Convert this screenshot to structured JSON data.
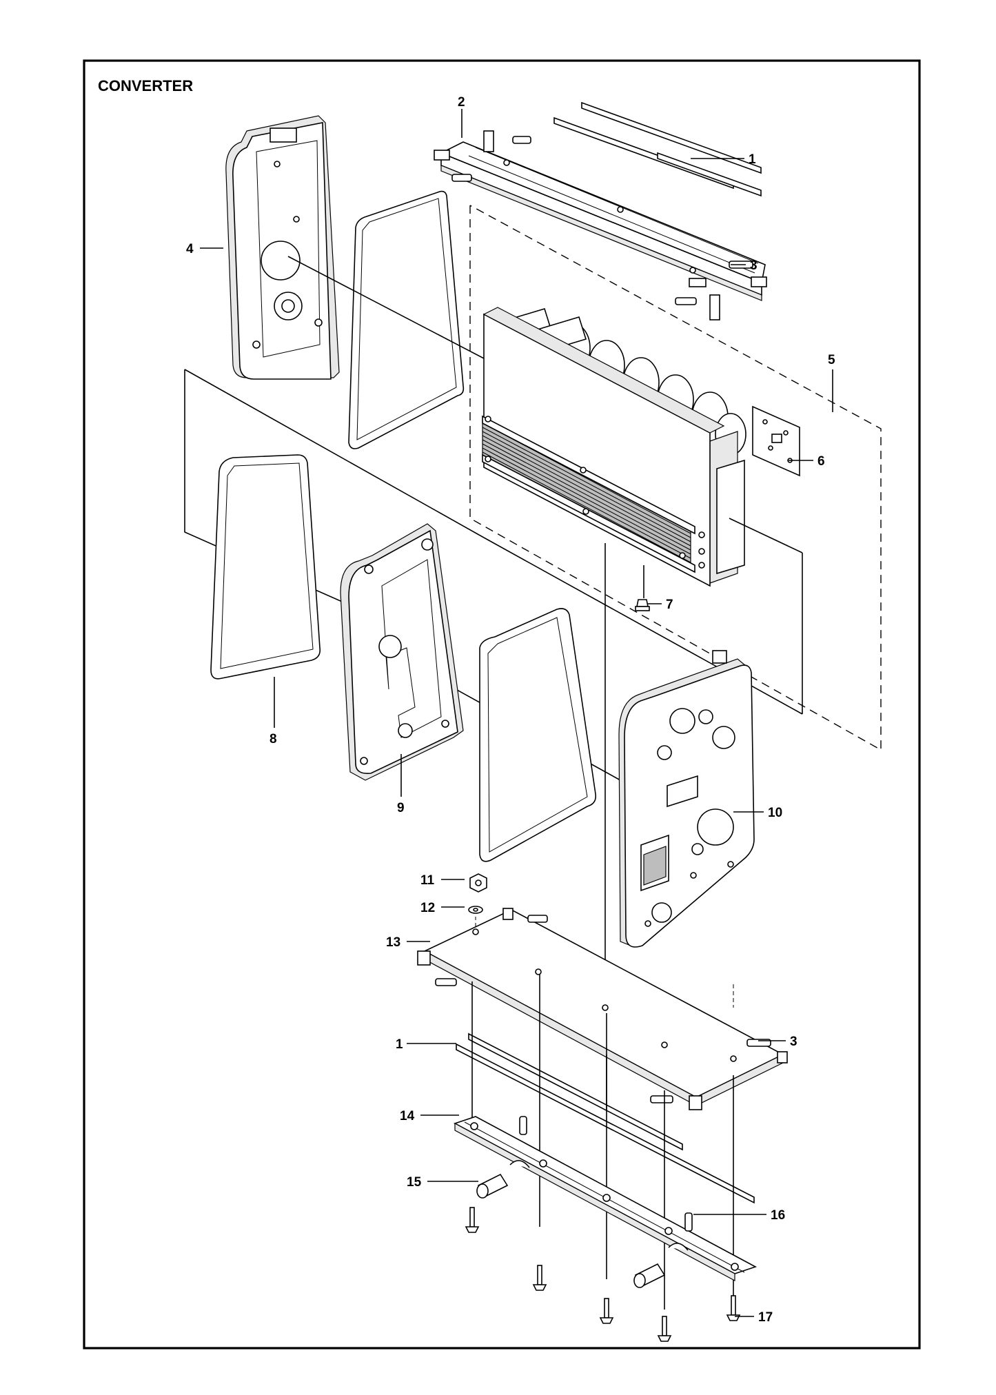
{
  "title": "CONVERTER",
  "callouts": [
    {
      "id": "c1a",
      "label": "1"
    },
    {
      "id": "c2",
      "label": "2"
    },
    {
      "id": "c3a",
      "label": "3"
    },
    {
      "id": "c4",
      "label": "4"
    },
    {
      "id": "c5",
      "label": "5"
    },
    {
      "id": "c6",
      "label": "6"
    },
    {
      "id": "c7",
      "label": "7"
    },
    {
      "id": "c8",
      "label": "8"
    },
    {
      "id": "c9",
      "label": "9"
    },
    {
      "id": "c10",
      "label": "10"
    },
    {
      "id": "c11",
      "label": "11"
    },
    {
      "id": "c12",
      "label": "12"
    },
    {
      "id": "c13",
      "label": "13"
    },
    {
      "id": "c1b",
      "label": "1"
    },
    {
      "id": "c3b",
      "label": "3"
    },
    {
      "id": "c14",
      "label": "14"
    },
    {
      "id": "c15",
      "label": "15"
    },
    {
      "id": "c16",
      "label": "16"
    },
    {
      "id": "c17",
      "label": "17"
    }
  ]
}
